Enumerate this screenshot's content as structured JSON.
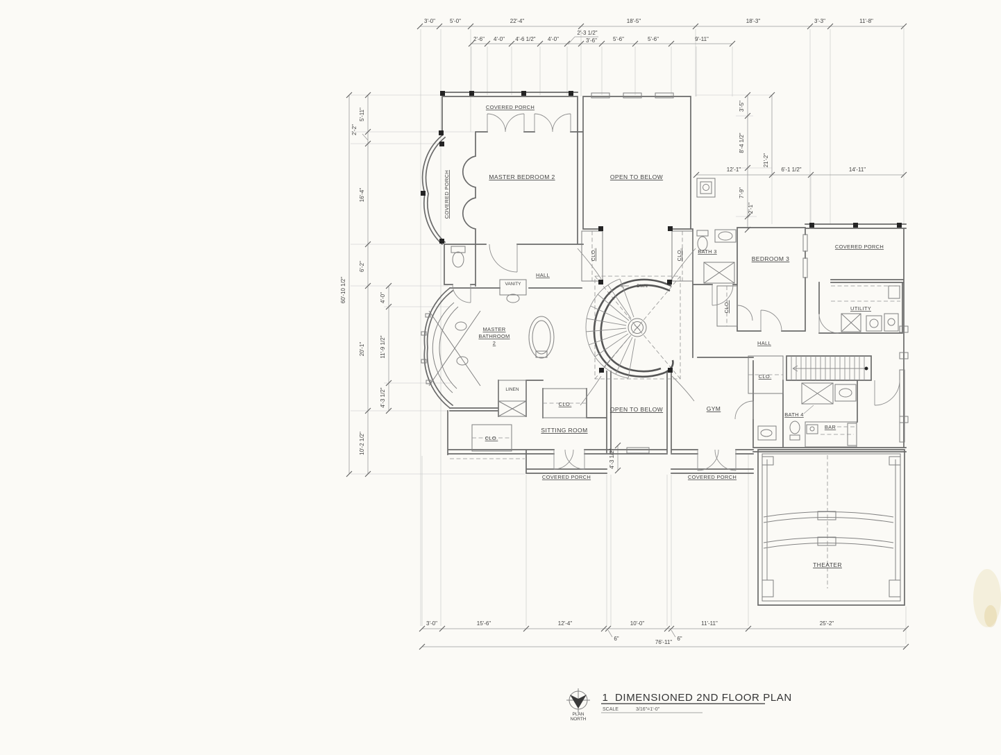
{
  "sheet": {
    "background": "#fbfaf6",
    "wall_color": "#6a6a6a",
    "dim_color": "#9b9b9b",
    "text_color": "#414141"
  },
  "title_block": {
    "number": "1",
    "title": "DIMENSIONED 2ND FLOOR PLAN",
    "scale_label": "SCALE",
    "scale_value": "3/16\"=1'-0\"",
    "north_line1": "PLAN",
    "north_line2": "NORTH"
  },
  "rooms": {
    "covered_porch": "COVERED PORCH",
    "master_bedroom_2": "MASTER BEDROOM 2",
    "open_to_below": "OPEN TO BELOW",
    "master_bath_line1": "MASTER",
    "master_bath_line2": "BATHROOM",
    "master_bath_line3": "2",
    "vanity": "VANITY",
    "hall": "HALL",
    "linen": "LINEN",
    "clo": "CLO.",
    "sitting_room": "SITTING ROOM",
    "gym": "GYM",
    "bath_3": "BATH 3",
    "bath_4": "BATH 4",
    "bedroom_3": "BEDROOM 3",
    "utility": "UTILITY",
    "bar": "BAR",
    "theater": "THEATER",
    "down": "DWN"
  },
  "dims": {
    "top1": [
      "3'-0\"",
      "5'-0\"",
      "22'-4\"",
      "18'-5\"",
      "18'-3\"",
      "3'-3\"",
      "11'-8\""
    ],
    "top2": [
      "2'-6\"",
      "4'-0\"",
      "4'-6 1/2\"",
      "4'-0\"",
      "2'-3 1/2\"",
      "3'-6\"",
      "5'-6\"",
      "5'-6\"",
      "9'-11\""
    ],
    "left": [
      "60'-10 1/2\"",
      "5'-11\"",
      "2'-2\"",
      "16'-4\"",
      "6'-2\"",
      "20'-1\"",
      "10'-2 1/2\"",
      "4'-0\"",
      "11'-9 1/2\"",
      "4'-3 1/2\""
    ],
    "right": [
      "3'-5\"",
      "8'-4 1/2\"",
      "7'-9\"",
      "2'-1\"",
      "21'-2\"",
      "12'-1\"",
      "6'-1 1/2\"",
      "14'-11\""
    ],
    "bottom": [
      "3'-0\"",
      "15'-6\"",
      "12'-4\"",
      "6\"",
      "10'-0\"",
      "6\"",
      "11'-11\"",
      "25'-2\"",
      "76'-11\""
    ],
    "center": "4'-3 1/2\""
  }
}
